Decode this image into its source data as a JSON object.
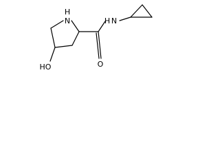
{
  "molecule": {
    "atoms": {
      "ring_nitrogen": "N",
      "ring_nitrogen_h": "H",
      "amide_nitrogen": "N",
      "amide_nitrogen_h": "H",
      "carbonyl_oxygen": "O",
      "hydroxyl": "HO"
    }
  },
  "colors": {
    "bond": "#000000",
    "label": "#000000",
    "background": "#ffffff"
  }
}
